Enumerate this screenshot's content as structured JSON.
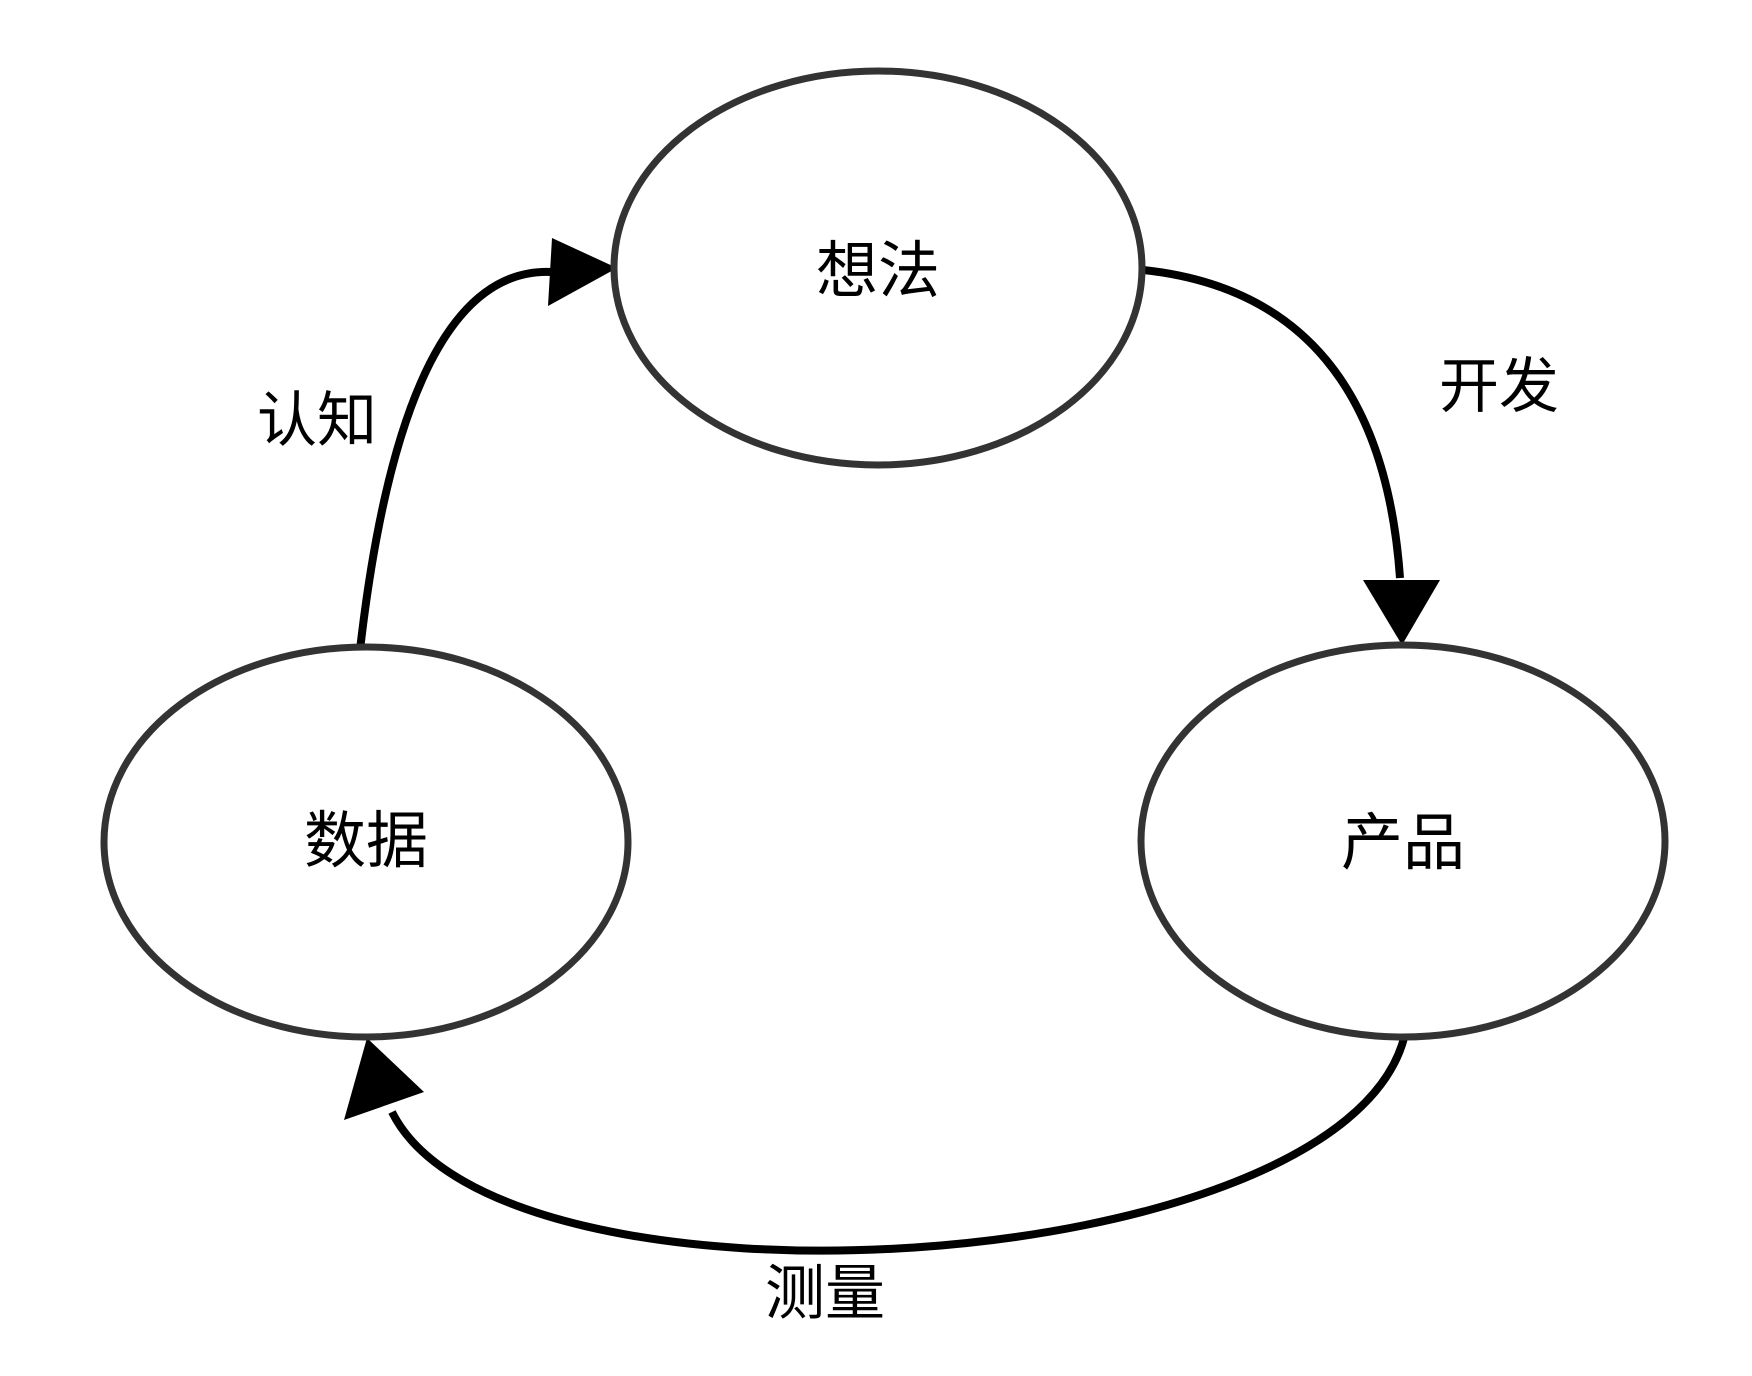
{
  "diagram": {
    "type": "cycle-diagram",
    "colors": {
      "background": "#ffffff",
      "node_fill": "#ffffff",
      "node_stroke": "#333333",
      "arrow": "#000000",
      "text": "#000000"
    },
    "nodes": {
      "idea": {
        "label": "想法"
      },
      "product": {
        "label": "产品"
      },
      "data": {
        "label": "数据"
      }
    },
    "edges": {
      "develop": {
        "label": "开发",
        "from": "idea",
        "to": "product"
      },
      "measure": {
        "label": "测量",
        "from": "product",
        "to": "data"
      },
      "learn": {
        "label": "认知",
        "from": "data",
        "to": "idea"
      }
    }
  }
}
